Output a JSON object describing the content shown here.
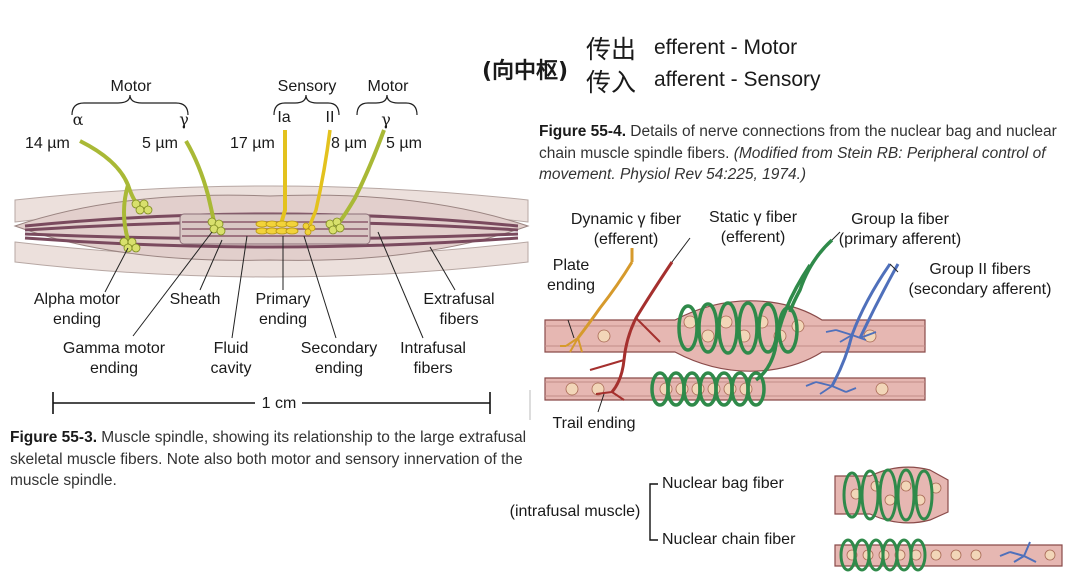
{
  "fig1": {
    "groups": {
      "motor_left": "Motor",
      "sensory": "Sensory",
      "motor_right": "Motor"
    },
    "fibers": {
      "alpha": "α",
      "gamma1": "γ",
      "ia": "Ia",
      "ii": "II",
      "gamma2": "γ"
    },
    "diameters": {
      "d14": "14 µm",
      "d5a": "5 µm",
      "d17": "17 µm",
      "d8": "8 µm",
      "d5b": "5 µm"
    },
    "labels": {
      "alpha_motor": "Alpha motor\nending",
      "sheath": "Sheath",
      "primary": "Primary\nending",
      "extrafusal": "Extrafusal\nfibers",
      "gamma_motor": "Gamma motor\nending",
      "fluid": "Fluid\ncavity",
      "secondary": "Secondary\nending",
      "intrafusal": "Intrafusal\nfibers"
    },
    "scale": "1 cm",
    "caption_bold": "Figure 55-3.",
    "caption_text": " Muscle spindle, showing its relationship to the large extrafusal skeletal muscle fibers. Note also both motor and sensory innervation of the muscle spindle."
  },
  "chinese": {
    "prefix": "(向中枢)",
    "efferent_cn": "传出",
    "efferent_en": "efferent - Motor",
    "afferent_cn": "传入",
    "afferent_en": "afferent - Sensory"
  },
  "fig2": {
    "caption_bold": "Figure 55-4.",
    "caption_text": " Details of nerve connections from the nuclear bag and nuclear chain muscle spindle fibers. ",
    "caption_italic": "(Modified from Stein RB: Peripheral control of movement. Physiol Rev 54:225, 1974.)",
    "labels": {
      "dynamic": "Dynamic γ fiber\n(efferent)",
      "static": "Static γ fiber\n(efferent)",
      "group_ia": "Group Ia fiber\n(primary afferent)",
      "group_ii": "Group II fibers\n(secondary afferent)",
      "plate": "Plate\nending",
      "trail": "Trail ending"
    }
  },
  "legend": {
    "intrafusal": "(intrafusal muscle)",
    "bag": "Nuclear bag fiber",
    "chain": "Nuclear chain fiber"
  },
  "colors": {
    "motor_fiber": "#a9b936",
    "sensory_fiber": "#e3c21e",
    "muscle": "#ece0dc",
    "intrafusal": "#7a4a5e",
    "dynamic": "#d69a2c",
    "static": "#a5302e",
    "ia": "#2f8a4a",
    "ii": "#4f70bb",
    "fiber_body": "#e6b7b2"
  }
}
